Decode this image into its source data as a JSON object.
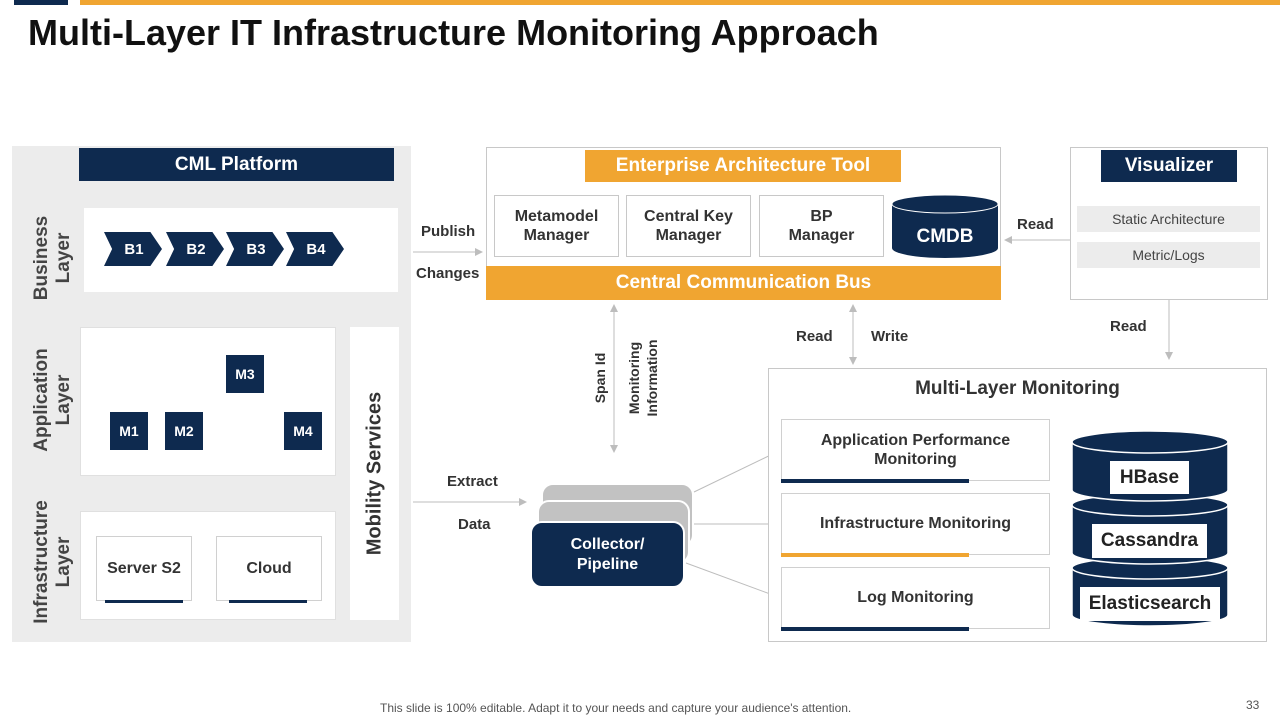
{
  "title": "Multi-Layer IT Infrastructure Monitoring Approach",
  "footer": "This slide is 100% editable. Adapt it to your needs and capture your audience's attention.",
  "page_number": "33",
  "colors": {
    "navy": "#0e2a4f",
    "gold": "#f0a531",
    "panel": "#ececec"
  },
  "cml": {
    "header": "CML Platform",
    "business_layer": "Business Layer",
    "application_layer": "Application Layer",
    "infrastructure_layer": "Infrastructure Layer",
    "mobility": "Mobility Services",
    "business_nodes": [
      "B1",
      "B2",
      "B3",
      "B4"
    ],
    "app_nodes": {
      "m1": "M1",
      "m2": "M2",
      "m3": "M3",
      "m4": "M4"
    },
    "server": "Server S2",
    "cloud": "Cloud"
  },
  "labels": {
    "publish": "Publish",
    "changes": "Changes",
    "extract": "Extract",
    "data": "Data",
    "span_id": "Span Id",
    "monitoring_info_1": "Monitoring",
    "monitoring_info_2": "Information",
    "read_visualizer": "Read",
    "read_mid": "Read",
    "write_mid": "Write",
    "read_right": "Read"
  },
  "eat": {
    "header": "Enterprise Architecture Tool",
    "metamodel": "Metamodel Manager",
    "central_key": "Central Key Manager",
    "bp": "BP Manager",
    "cmdb": "CMDB",
    "bus": "Central Communication Bus"
  },
  "visualizer": {
    "header": "Visualizer",
    "items": [
      "Static Architecture",
      "Metric/Logs"
    ]
  },
  "collector": "Collector/ Pipeline",
  "mlm": {
    "header": "Multi-Layer Monitoring",
    "apm": "Application Performance Monitoring",
    "infra": "Infrastructure Monitoring",
    "log": "Log Monitoring",
    "stores": [
      "HBase",
      "Cassandra",
      "Elasticsearch"
    ]
  }
}
